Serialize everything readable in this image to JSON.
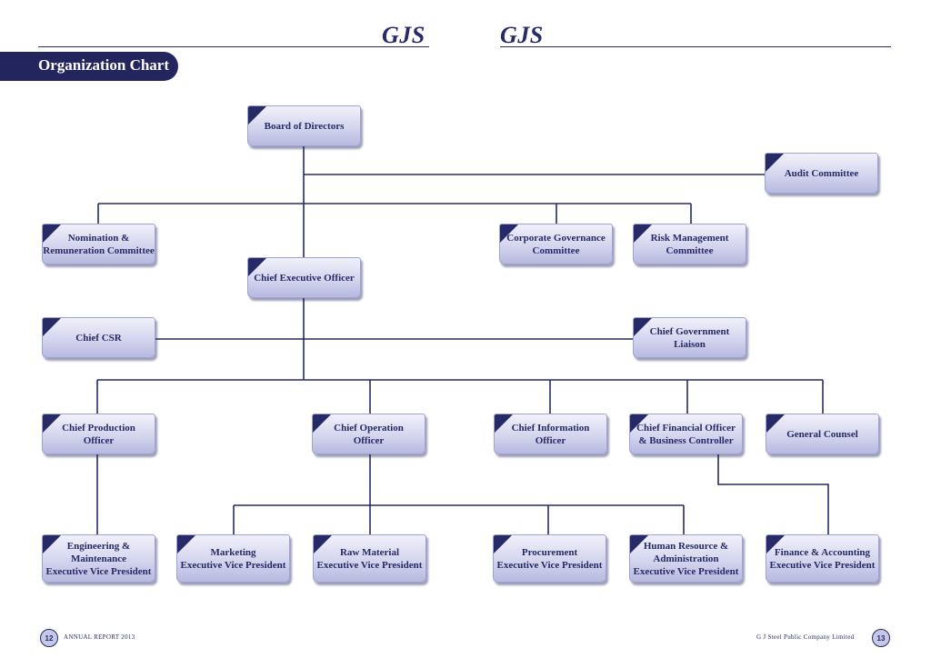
{
  "header": {
    "logo_left": "GJS",
    "logo_right": "GJS",
    "page_title": "Organization Chart"
  },
  "nodes": {
    "board": "Board of Directors",
    "audit": "Audit Committee",
    "nomination": "Nomination &\nRemuneration Committee",
    "governance": "Corporate Governance\nCommittee",
    "risk": "Risk Management\nCommittee",
    "ceo": "Chief Executive Officer",
    "csr": "Chief CSR",
    "gov_liaison": "Chief Government\nLiaison",
    "production": "Chief Production\nOfficer",
    "operation": "Chief Operation\nOfficer",
    "information": "Chief Information\nOfficer",
    "cfo": "Chief Financial Officer\n& Business Controller",
    "counsel": "General Counsel",
    "engineering": "Engineering &\nMaintenance\nExecutive Vice President",
    "marketing": "Marketing\nExecutive Vice President",
    "raw_material": "Raw Material\nExecutive Vice President",
    "procurement": "Procurement\nExecutive Vice President",
    "hr": "Human Resource &\nAdministration\nExecutive Vice President",
    "finance": "Finance & Accounting\nExecutive Vice President"
  },
  "footer": {
    "left_page": "12",
    "left_text": "ANNUAL REPORT 2013",
    "right_text": "G J Steel Public Company Limited",
    "right_page": "13"
  },
  "colors": {
    "accent": "#262a66",
    "node_light": "#f1f1fb",
    "node_dark": "#b7b9e0"
  }
}
